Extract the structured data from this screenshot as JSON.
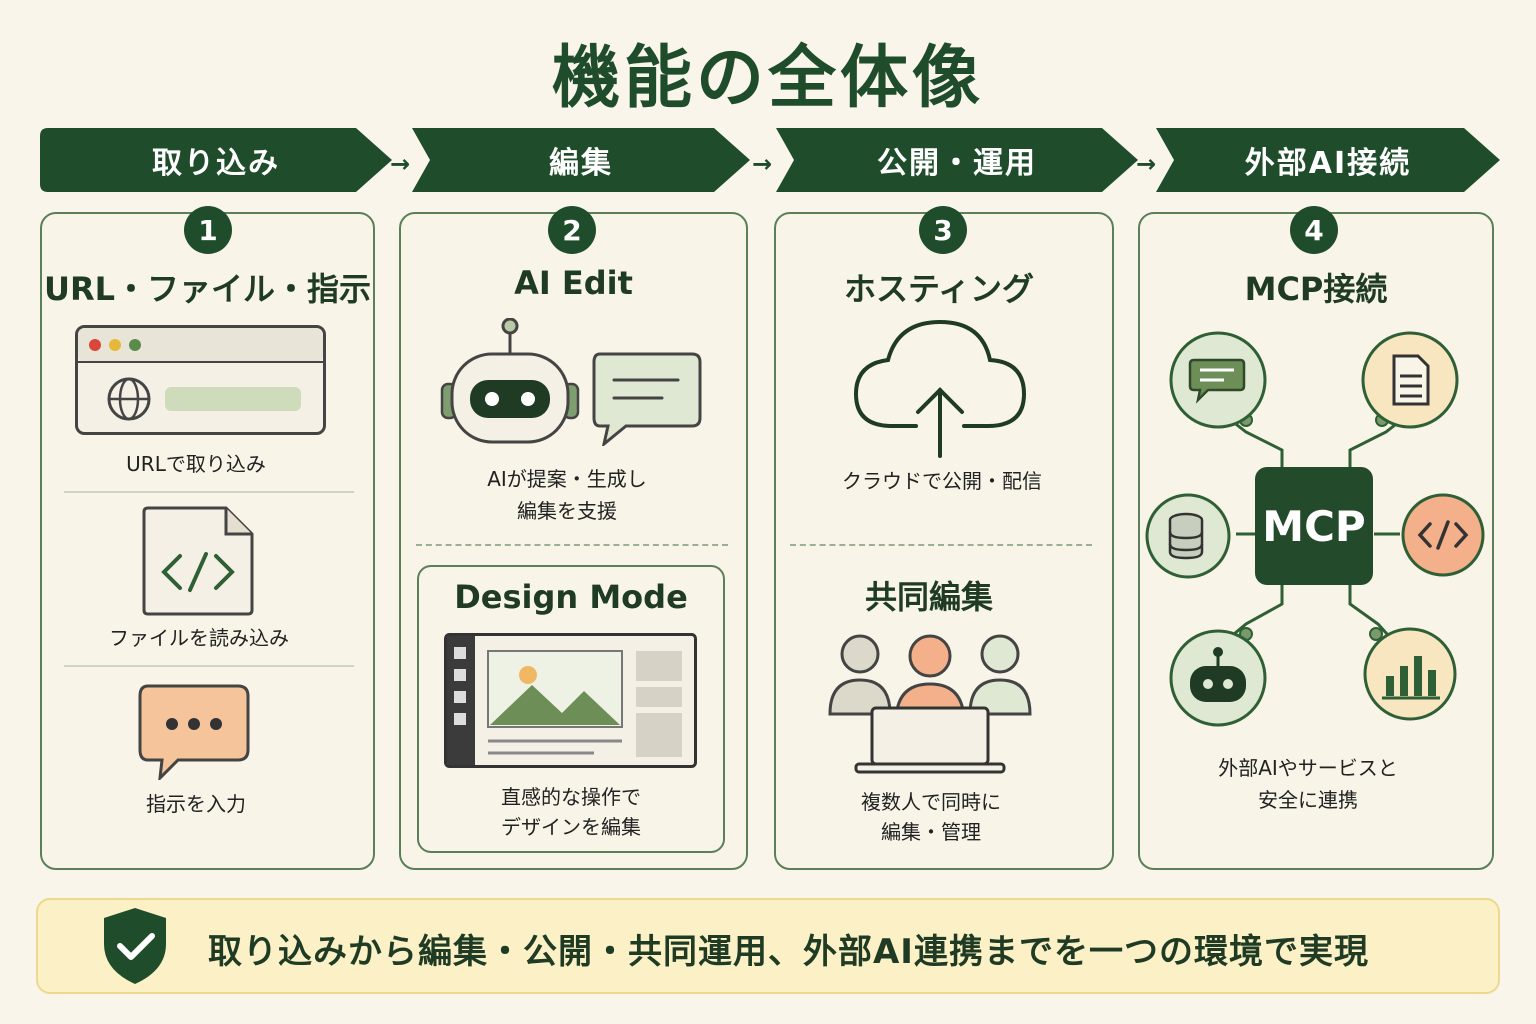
{
  "title": "機能の全体像",
  "steps": [
    {
      "label": "取り込み"
    },
    {
      "label": "編集"
    },
    {
      "label": "公開・運用"
    },
    {
      "label": "外部AI接続"
    }
  ],
  "cards": [
    {
      "number": "1",
      "heading": "URL・ファイル・指示",
      "items": [
        "URLで取り込み",
        "ファイルを読み込み",
        "指示を入力"
      ]
    },
    {
      "number": "2",
      "heading": "AI Edit",
      "desc_line1": "AIが提案・生成し",
      "desc_line2": "編集を支援",
      "sub_heading": "Design Mode",
      "sub_desc_line1": "直感的な操作で",
      "sub_desc_line2": "デザインを編集"
    },
    {
      "number": "3",
      "heading": "ホスティング",
      "desc": "クラウドで公開・配信",
      "sub_heading": "共同編集",
      "sub_desc_line1": "複数人で同時に",
      "sub_desc_line2": "編集・管理"
    },
    {
      "number": "4",
      "heading": "MCP接続",
      "hub_label": "MCP",
      "desc_line1": "外部AIやサービスと",
      "desc_line2": "安全に連携"
    }
  ],
  "footer": {
    "text": "取り込みから編集・公開・共同運用、外部AI連携までを一つの環境で実現"
  },
  "icons": [
    "browser-icon",
    "code-file-icon",
    "chat-dots-icon",
    "robot-icon",
    "message-icon",
    "design-editor-icon",
    "cloud-upload-icon",
    "people-laptop-icon",
    "shield-check-icon",
    "chat-icon",
    "document-icon",
    "database-icon",
    "code-icon",
    "bar-chart-icon"
  ],
  "colors": {
    "primary": "#1f4d2b",
    "background": "#f9f5ea",
    "accent_orange": "#f3b98e",
    "accent_green": "#dfe8d2",
    "footer": "#fbf0c6"
  }
}
